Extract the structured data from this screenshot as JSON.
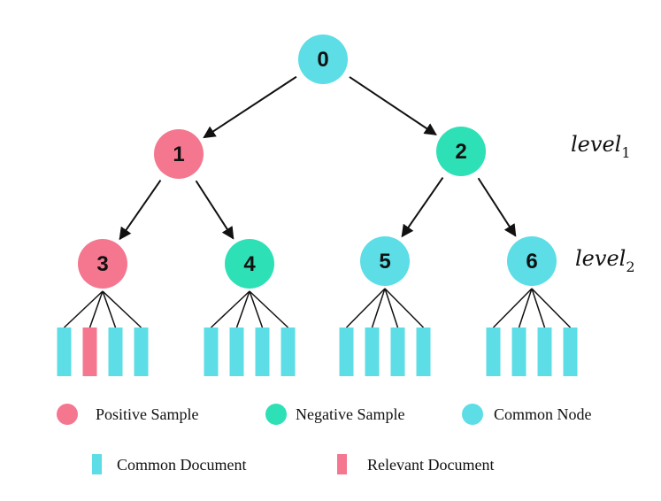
{
  "colors": {
    "positive": "#f4778f",
    "negative": "#2ee0b6",
    "common": "#5ddde6",
    "edge": "#111111"
  },
  "nodes": [
    {
      "id": "0",
      "label": "0",
      "kind": "common"
    },
    {
      "id": "1",
      "label": "1",
      "kind": "positive"
    },
    {
      "id": "2",
      "label": "2",
      "kind": "negative"
    },
    {
      "id": "3",
      "label": "3",
      "kind": "positive"
    },
    {
      "id": "4",
      "label": "4",
      "kind": "negative"
    },
    {
      "id": "5",
      "label": "5",
      "kind": "common"
    },
    {
      "id": "6",
      "label": "6",
      "kind": "common"
    }
  ],
  "edges": [
    {
      "from": "0",
      "to": "1"
    },
    {
      "from": "0",
      "to": "2"
    },
    {
      "from": "1",
      "to": "3"
    },
    {
      "from": "1",
      "to": "4"
    },
    {
      "from": "2",
      "to": "5"
    },
    {
      "from": "2",
      "to": "6"
    }
  ],
  "documents": [
    {
      "parent": "3",
      "docs": [
        "common",
        "relevant",
        "common",
        "common"
      ]
    },
    {
      "parent": "4",
      "docs": [
        "common",
        "common",
        "common",
        "common"
      ]
    },
    {
      "parent": "5",
      "docs": [
        "common",
        "common",
        "common",
        "common"
      ]
    },
    {
      "parent": "6",
      "docs": [
        "common",
        "common",
        "common",
        "common"
      ]
    }
  ],
  "levels": {
    "level1": {
      "base": "level",
      "sub": "1"
    },
    "level2": {
      "base": "level",
      "sub": "2"
    }
  },
  "legend": {
    "positive_sample": "Positive Sample",
    "negative_sample": "Negative Sample",
    "common_node": "Common Node",
    "common_document": "Common Document",
    "relevant_document": "Relevant Document"
  }
}
